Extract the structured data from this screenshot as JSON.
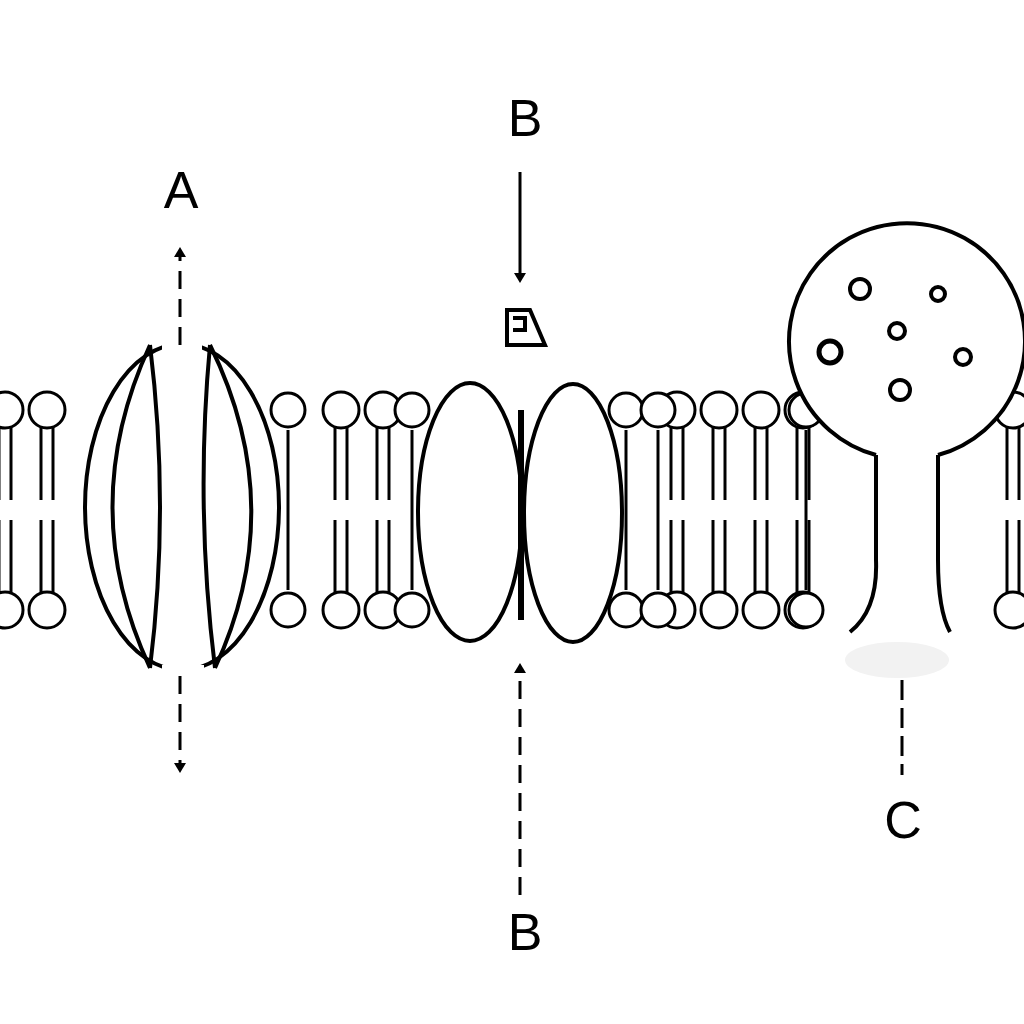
{
  "diagram": {
    "labels": [
      "A",
      "B",
      "B",
      "C"
    ]
  }
}
